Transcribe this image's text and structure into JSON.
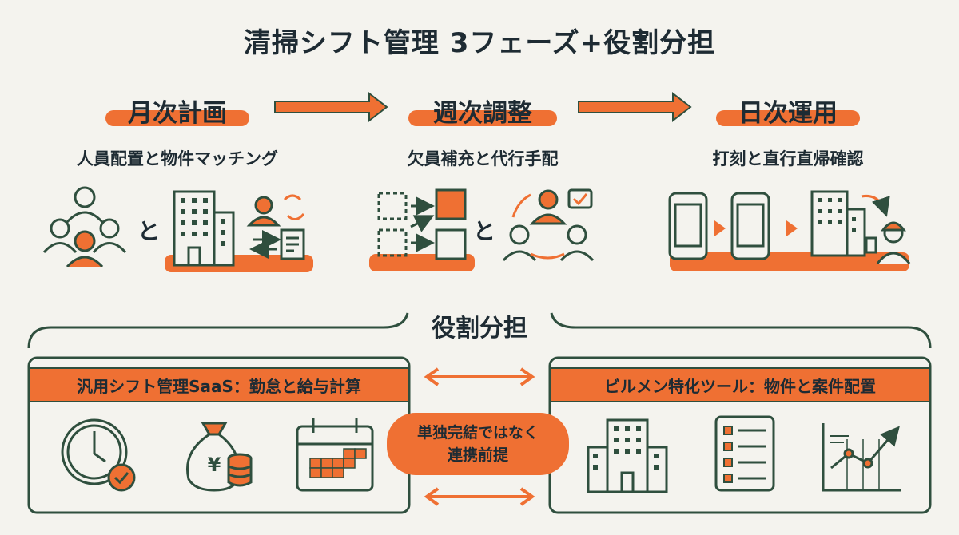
{
  "title": "清掃シフト管理 3フェーズ+役割分担",
  "phases": [
    {
      "label": "月次計画",
      "subtitle": "人員配置と物件マッチング"
    },
    {
      "label": "週次調整",
      "subtitle": "欠員補充と代行手配"
    },
    {
      "label": "日次運用",
      "subtitle": "打刻と直行直帰確認"
    }
  ],
  "connector_text": "と",
  "roles": {
    "title": "役割分担",
    "left_panel": {
      "header": "汎用シフト管理SaaS：勤怠と給与計算",
      "icons": [
        "clock-check-icon",
        "money-bag-icon",
        "calendar-icon"
      ],
      "currency_symbol": "¥"
    },
    "right_panel": {
      "header": "ビルメン特化ツール：物件と案件配置",
      "icons": [
        "building-icon",
        "checklist-icon",
        "line-chart-icon"
      ]
    },
    "center_note": {
      "line1": "単独完結ではなく",
      "line2": "連携前提"
    }
  },
  "colors": {
    "accent": "#ef7033",
    "ink": "#2f4f3e",
    "background": "#f4f3ee"
  }
}
